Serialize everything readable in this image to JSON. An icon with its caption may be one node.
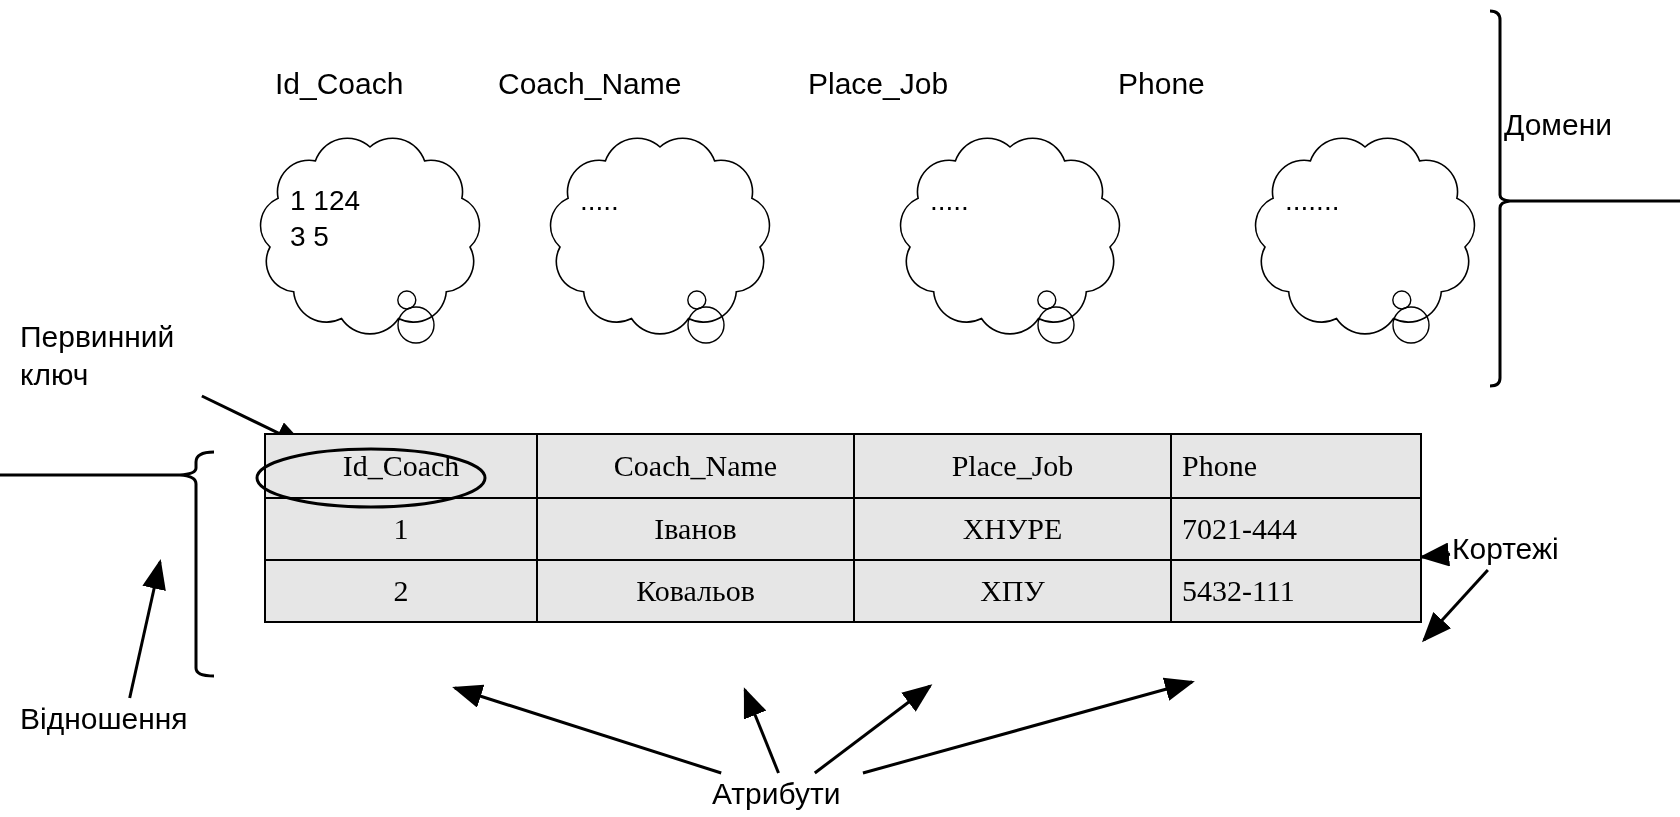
{
  "diagram": {
    "nodes": [
      {
        "text": [
          "Первинний ключ"
        ]
      },
      {
        "text": [],
        "shape": "ellipse"
      },
      {
        "text": [
          "Відношення"
        ]
      },
      {
        "text": [
          "Кортежі"
        ]
      },
      {
        "text": [
          "Атрибути"
        ]
      },
      {
        "text": [
          "Домени"
        ]
      },
      {
        "text": [
          "1 124 3 5"
        ],
        "beside": [
          "Id_Coach"
        ]
      },
      {
        "text": [
          "....."
        ],
        "beside": [
          "Coach_Name"
        ]
      },
      {
        "text": [
          "....."
        ],
        "beside": [
          "Place_Job"
        ]
      },
      {
        "text": [
          "......."
        ],
        "beside": [
          "Phone"
        ]
      }
    ],
    "edges": [
      {
        "from": 0,
        "to": 1,
        "arrow": "to"
      },
      {
        "from": 2,
        "to": null,
        "arrow": "to"
      },
      {
        "from": 3,
        "to": null,
        "arrow": "to"
      },
      {
        "from": 3,
        "to": null,
        "arrow": "to"
      },
      {
        "from": 4,
        "to": null,
        "arrow": "to"
      },
      {
        "from": 4,
        "to": null,
        "arrow": "to"
      },
      {
        "from": 4,
        "to": null,
        "arrow": "to"
      },
      {
        "from": 4,
        "to": null,
        "arrow": "to"
      }
    ],
    "labels": [
      "Id_Coach",
      "Coach_Name",
      "Place_Job",
      "Phone",
      "1",
      "Іванов",
      "ХНУРЕ",
      "7021-444",
      "2",
      "Ковальов",
      "ХПУ",
      "5432-111"
    ]
  }
}
